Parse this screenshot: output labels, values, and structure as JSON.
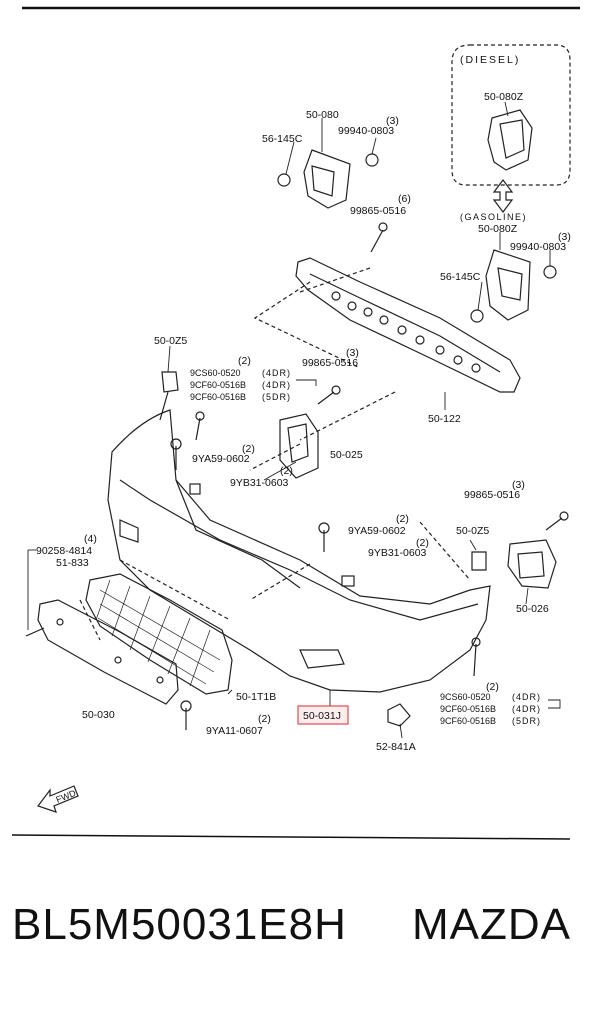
{
  "diagram": {
    "diesel_label": "(DIESEL)",
    "gasoline_label": "(GASOLINE)",
    "fwd_label": "FWD",
    "labels": {
      "p50080": "50-080",
      "p56145c_a": "56-145C",
      "p99940_a": "99940-0803",
      "q3_a": "(3)",
      "p50080z_d": "50-080Z",
      "p99865_top": "99865-0516",
      "q6": "(6)",
      "p50080z_g": "50-080Z",
      "p99940_b": "99940-0803",
      "q3_b": "(3)",
      "p56145c_b": "56-145C",
      "p50122": "50-122",
      "p500z5_l": "50-0Z5",
      "q2_a": "(2)",
      "p9cs60_a": "9CS60-0520",
      "t4dr_a": "(4DR)",
      "p9cf60_4_a": "9CF60-0516B",
      "t4dr_b": "(4DR)",
      "p9cf60_5_a": "9CF60-0516B",
      "t5dr_a": "(5DR)",
      "q3_c": "(3)",
      "p99865_mid": "99865-0516",
      "q2_b": "(2)",
      "p9ya59_a": "9YA59-0602",
      "q2_c": "(2)",
      "p9yb31_a": "9YB31-0603",
      "p50025": "50-025",
      "q3_d": "(3)",
      "p99865_r": "99865-0516",
      "q2_d": "(2)",
      "p9ya59_b": "9YA59-0602",
      "q2_e": "(2)",
      "p9yb31_b": "9YB31-0603",
      "p500z5_r": "50-0Z5",
      "q4": "(4)",
      "p90258": "90258-4814",
      "p51833": "51-833",
      "p50026": "50-026",
      "p501t1b": "50-1T1B",
      "p50030": "50-030",
      "p50031j": "50-031J",
      "q2_f": "(2)",
      "p9ya11": "9YA11-0607",
      "q2_g": "(2)",
      "p9cs60_b": "9CS60-0520",
      "t4dr_c": "(4DR)",
      "p9cf60_4_b": "9CF60-0516B",
      "t4dr_d": "(4DR)",
      "p9cf60_5_b": "9CF60-0516B",
      "t5dr_b": "(5DR)",
      "p52841a": "52-841A"
    },
    "highlight_color": "#e8474d"
  },
  "caption": {
    "part_number": "BL5M50031E8H",
    "brand": "MAZDA"
  }
}
